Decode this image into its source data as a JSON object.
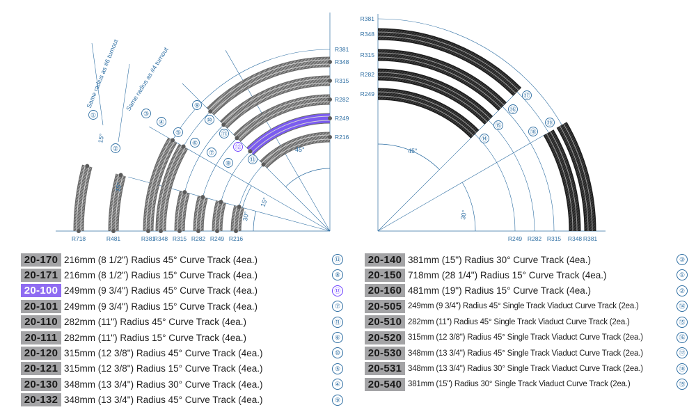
{
  "diagram": {
    "left_radius_labels": [
      "R718",
      "R481",
      "R381",
      "R348",
      "R315",
      "R282",
      "R249",
      "R216"
    ],
    "left_top_labels": [
      "R381",
      "R348",
      "R315",
      "R282",
      "R249",
      "R216"
    ],
    "right_side_labels": [
      "R381",
      "R348",
      "R315",
      "R282",
      "R249"
    ],
    "right_bottom_labels": [
      "R249",
      "R282",
      "R315",
      "R348",
      "R381"
    ],
    "notes": {
      "turnout_6": "Same radius as #6 turnout",
      "turnout_4": "Same radius as #4 turnout"
    },
    "angles": {
      "left_45": "45°",
      "left_15": "15°",
      "left_30": "30°",
      "right_45": "45°",
      "right_30": "30°",
      "piece_15a": "15°",
      "piece_15b": "15°"
    },
    "markers": {
      "m1": "①",
      "m2": "②",
      "m3": "③",
      "m4": "④",
      "m5": "⑤",
      "m6": "⑥",
      "m7": "⑦",
      "m8": "⑧",
      "m9": "⑨",
      "m10": "⑩",
      "m11": "⑪",
      "m12": "⑫",
      "m13": "⑬",
      "m14": "⑭",
      "m15": "⑮",
      "m16": "⑯",
      "m17": "⑰",
      "m18": "⑱",
      "m19": "⑲"
    },
    "colors": {
      "highlight": "#7b5cf0",
      "track_gray": "#8c8c8c",
      "track_dark": "#3c3c3c",
      "guide": "#2f6fa3"
    }
  },
  "left_list": [
    {
      "code": "20-170",
      "desc": "216mm (8 1/2\") Radius 45° Curve Track (4ea.)",
      "ref": "⑬"
    },
    {
      "code": "20-171",
      "desc": "216mm (8 1/2\") Radius 15° Curve Track (4ea.)",
      "ref": "⑧"
    },
    {
      "code": "20-100",
      "desc": "249mm (9 3/4\") Radius 45° Curve Track (4ea.)",
      "ref": "⑫"
    },
    {
      "code": "20-101",
      "desc": "249mm (9 3/4\") Radius 15° Curve Track (4ea.)",
      "ref": "⑦"
    },
    {
      "code": "20-110",
      "desc": "282mm (11\") Radius 45° Curve Track (4ea.)",
      "ref": "⑪"
    },
    {
      "code": "20-111",
      "desc": "282mm (11\") Radius 15° Curve Track (4ea.)",
      "ref": "⑥"
    },
    {
      "code": "20-120",
      "desc": "315mm (12 3/8\") Radius 45° Curve Track (4ea.)",
      "ref": "⑩"
    },
    {
      "code": "20-121",
      "desc": "315mm (12 3/8\") Radius 15° Curve Track (4ea.)",
      "ref": "⑤"
    },
    {
      "code": "20-130",
      "desc": "348mm (13 3/4\") Radius 30° Curve Track (4ea.)",
      "ref": "④"
    },
    {
      "code": "20-132",
      "desc": "348mm (13 3/4\") Radius 45° Curve Track (4ea.)",
      "ref": "⑨"
    }
  ],
  "right_list": [
    {
      "code": "20-140",
      "desc": "381mm (15\") Radius 30° Curve Track (4ea.)",
      "ref": "③"
    },
    {
      "code": "20-150",
      "desc": "718mm (28 1/4\") Radius 15° Curve Track (4ea.)",
      "ref": "①"
    },
    {
      "code": "20-160",
      "desc": "481mm (19\") Radius 15° Curve Track (4ea.)",
      "ref": "②"
    },
    {
      "code": "20-505",
      "desc": "249mm (9 3/4\") Radius 45° Single Track Viaduct Curve Track (2ea.)",
      "ref": "⑭"
    },
    {
      "code": "20-510",
      "desc": "282mm (11\") Radius 45° Single Track Viaduct Curve Track (2ea.)",
      "ref": "⑮"
    },
    {
      "code": "20-520",
      "desc": "315mm (12 3/8\") Radius 45° Single Track Viaduct Curve Track (2ea.)",
      "ref": "⑯"
    },
    {
      "code": "20-530",
      "desc": "348mm (13 3/4\") Radius 45° Single Track Viaduct Curve Track (2ea.)",
      "ref": "⑰"
    },
    {
      "code": "20-531",
      "desc": "348mm (13 3/4\") Radius 30° Single Track Viaduct Curve Track (2ea.)",
      "ref": "⑱"
    },
    {
      "code": "20-540",
      "desc": "381mm (15\") Radius 30° Single Track Viaduct Curve Track (2ea.)",
      "ref": "⑲"
    }
  ]
}
